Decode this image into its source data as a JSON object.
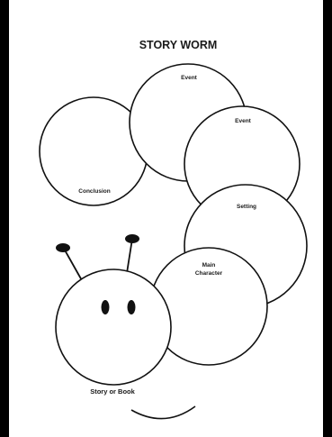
{
  "worksheet": {
    "title": "STORY WORM",
    "segments": {
      "event_1": "Event",
      "event_2": "Event",
      "conclusion": "Conclusion",
      "setting": "Setting",
      "main_character_line1": "Main",
      "main_character_line2": "Character",
      "story_or_book": "Story or Book"
    }
  }
}
